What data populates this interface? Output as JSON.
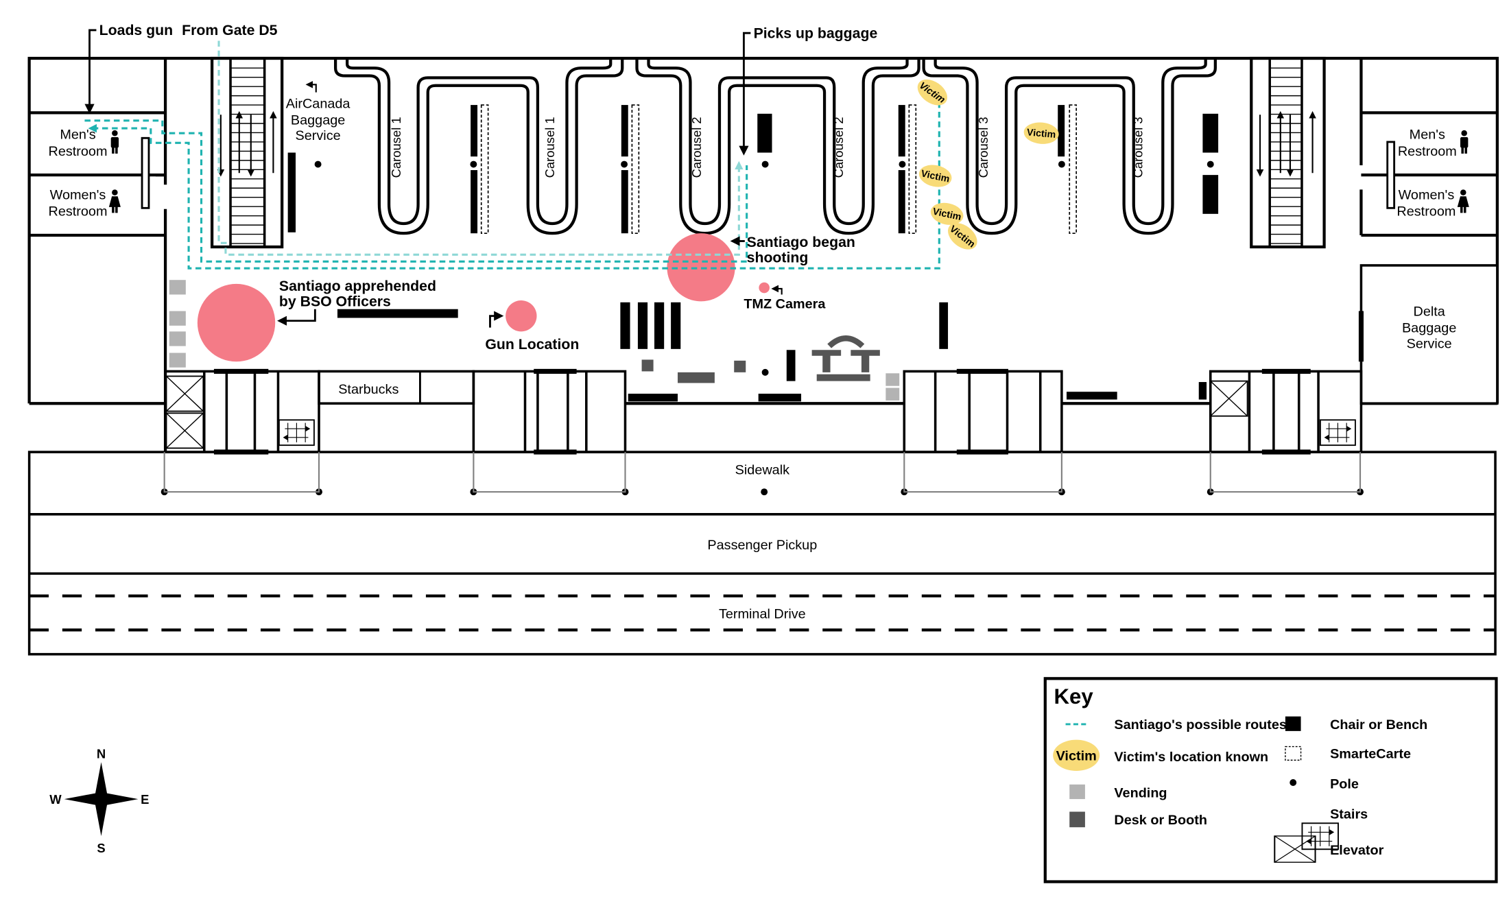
{
  "title": "Fort Lauderdale Airport Terminal 2 Baggage Claim – Shooting Timeline Map",
  "colors": {
    "route": "#1fb3b0",
    "route_light": "#8ed8d6",
    "victim": "#f8db78",
    "event_marker": "#f47b87",
    "vending": "#b3b3b3",
    "desk": "#555555"
  },
  "annotations": {
    "loads_gun": "Loads gun",
    "from_gate": "From Gate D5",
    "picks_up_baggage": "Picks up baggage",
    "began_shooting_1": "Santiago began",
    "began_shooting_2": "shooting",
    "apprehended_1": "Santiago apprehended",
    "apprehended_2": "by BSO Officers",
    "gun_location": "Gun Location",
    "tmz_camera": "TMZ Camera"
  },
  "rooms": {
    "mens_restroom_1": "Men's",
    "mens_restroom_2": "Restroom",
    "womens_restroom_1": "Women's",
    "womens_restroom_2": "Restroom",
    "aircanada_1": "AirCanada",
    "aircanada_2": "Baggage",
    "aircanada_3": "Service",
    "delta_1": "Delta",
    "delta_2": "Baggage",
    "delta_3": "Service",
    "starbucks": "Starbucks"
  },
  "carousels": [
    "Carousel 1",
    "Carousel 1",
    "Carousel 2",
    "Carousel 2",
    "Carousel 3",
    "Carousel 3"
  ],
  "victim_label": "Victim",
  "zones": {
    "sidewalk": "Sidewalk",
    "passenger_pickup": "Passenger Pickup",
    "terminal_drive": "Terminal Drive"
  },
  "compass": {
    "n": "N",
    "s": "S",
    "e": "E",
    "w": "W"
  },
  "legend": {
    "title": "Key",
    "items": [
      {
        "icon": "route-dash",
        "label": "Santiago's possible routes"
      },
      {
        "icon": "victim-oval",
        "label": "Victim's location known",
        "icon_text": "Victim"
      },
      {
        "icon": "vending-square",
        "label": "Vending"
      },
      {
        "icon": "desk-square",
        "label": "Desk or Booth"
      },
      {
        "icon": "bench-square",
        "label": "Chair or Bench"
      },
      {
        "icon": "smartecarte-square",
        "label": "SmarteCarte"
      },
      {
        "icon": "pole-dot",
        "label": "Pole"
      },
      {
        "icon": "stairs",
        "label": "Stairs"
      },
      {
        "icon": "elevator",
        "label": "Elevator"
      }
    ]
  }
}
